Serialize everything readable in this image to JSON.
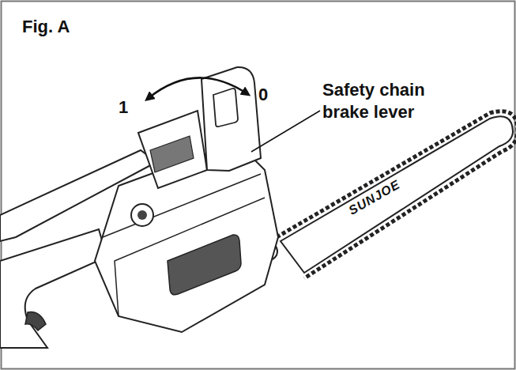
{
  "diagram": {
    "title": "Fig. A",
    "labels": [
      "1",
      "0",
      "Safety chain brake lever",
      "SUNJOE"
    ]
  }
}
